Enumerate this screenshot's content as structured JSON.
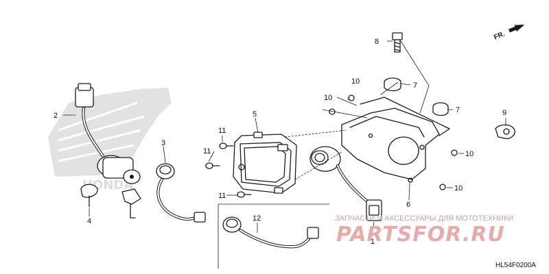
{
  "diagram": {
    "callouts": [
      "1",
      "2",
      "3",
      "4",
      "5",
      "6",
      "7",
      "7",
      "8",
      "9",
      "10",
      "10",
      "10",
      "10",
      "11",
      "11",
      "11",
      "12"
    ],
    "direction_label": "FR.",
    "diagram_code": "HL54F0200A"
  },
  "watermark": {
    "subtitle": "ЗАПЧАСТИ И АКСЕССУАРЫ ДЛЯ МОТОТЕХНИКИ",
    "brand": "PARTSFOR.RU",
    "background_logo_text": "HONDA"
  },
  "colors": {
    "line": "#1a1a1a",
    "watermark": "#e9aaaa",
    "emblem": "#e2e2e2"
  }
}
